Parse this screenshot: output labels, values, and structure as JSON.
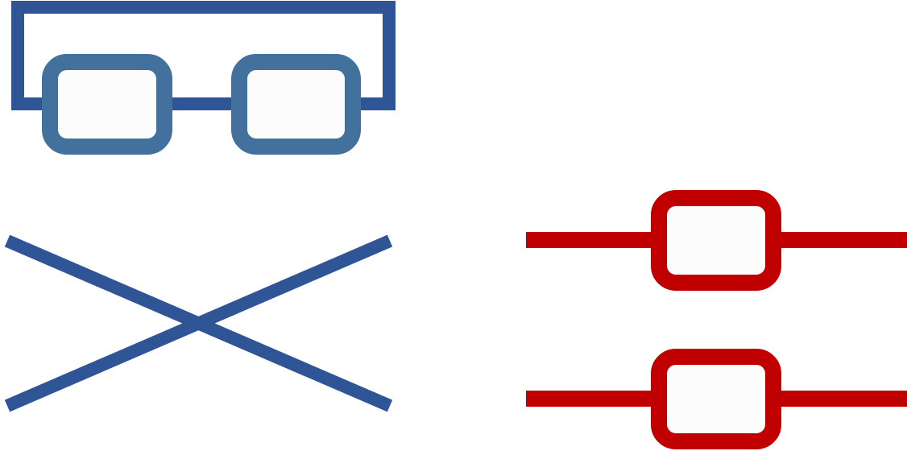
{
  "colors": {
    "background": "#ffffff",
    "dark_blue": "#2f5597",
    "steel_blue": "#41719c",
    "red": "#c00000",
    "box_fill": "#fcfcfc"
  },
  "symbols": [
    {
      "id": "glasses",
      "color": "dark_blue",
      "lens_color": "steel_blue",
      "lenses": 2
    },
    {
      "id": "crossing-lines",
      "color": "dark_blue"
    },
    {
      "id": "inline-box-upper",
      "color": "red"
    },
    {
      "id": "inline-box-lower",
      "color": "red"
    }
  ]
}
